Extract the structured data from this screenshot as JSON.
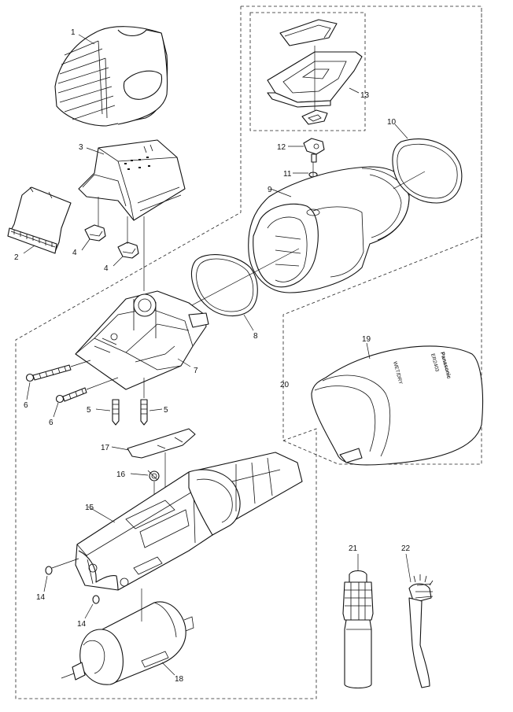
{
  "callouts": [
    "1",
    "2",
    "3",
    "4",
    "4",
    "5",
    "5",
    "6",
    "6",
    "7",
    "8",
    "9",
    "10",
    "11",
    "12",
    "13",
    "14",
    "14",
    "15",
    "16",
    "17",
    "18",
    "19",
    "20",
    "21",
    "22"
  ],
  "product_markings": {
    "brand": "Panasonic",
    "model": "ER2403",
    "side_text": "WET/DRY"
  }
}
